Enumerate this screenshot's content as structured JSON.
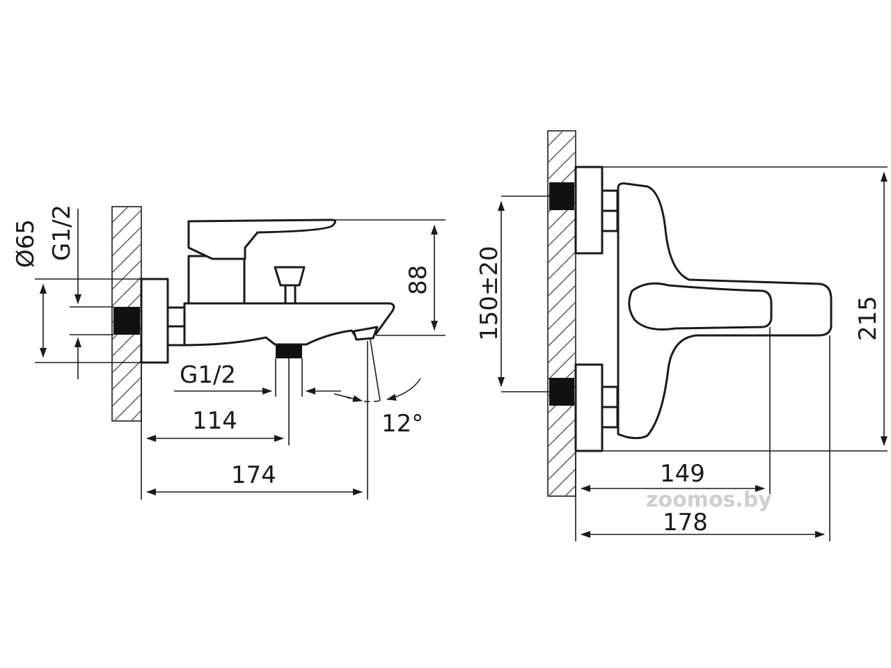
{
  "side_view": {
    "dim_diameter": "Ø65",
    "dim_thread_top": "G1/2",
    "dim_thread_bottom": "G1/2",
    "dim_height": "88",
    "dim_spout_outlet": "114",
    "dim_spout_length": "174",
    "dim_angle": "12°"
  },
  "front_view": {
    "dim_spacing": "150±20",
    "dim_total_height": "215",
    "dim_handle_depth": "149",
    "dim_total_depth": "178"
  },
  "watermark": {
    "text": "zoomos.by"
  }
}
